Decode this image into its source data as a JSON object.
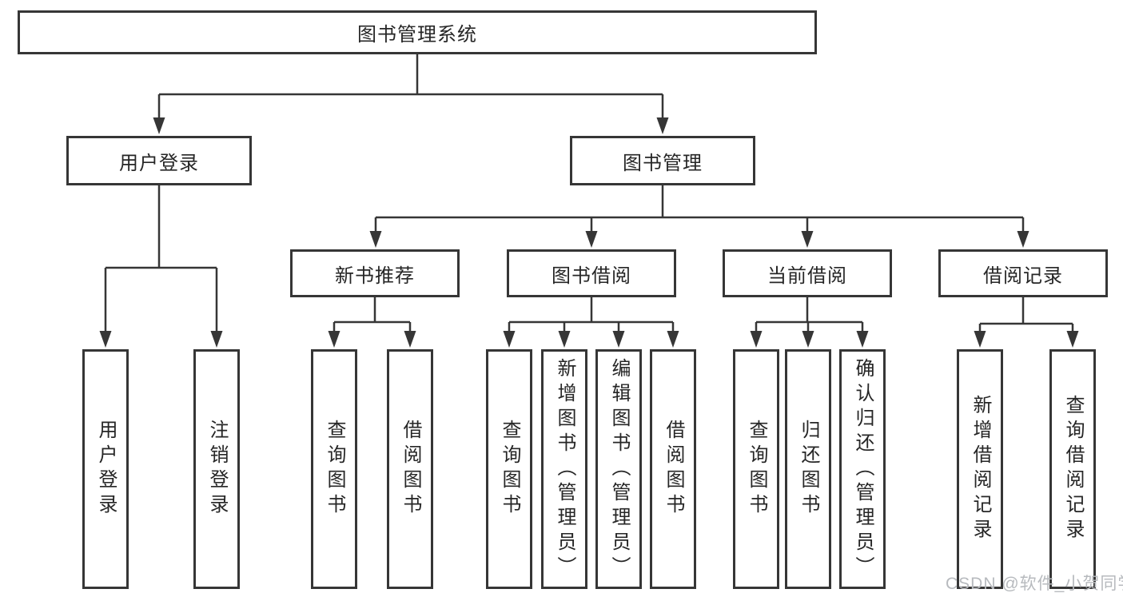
{
  "diagram": {
    "title": "图书管理系统",
    "branches": [
      {
        "label": "用户登录",
        "children": [
          {
            "label": "用户登录"
          },
          {
            "label": "注销登录"
          }
        ]
      },
      {
        "label": "图书管理",
        "sections": [
          {
            "label": "新书推荐",
            "children": [
              {
                "label": "查询图书"
              },
              {
                "label": "借阅图书"
              }
            ]
          },
          {
            "label": "图书借阅",
            "children": [
              {
                "label": "查询图书"
              },
              {
                "label": "新增图书（管理员）"
              },
              {
                "label": "编辑图书（管理员）"
              },
              {
                "label": "借阅图书"
              }
            ]
          },
          {
            "label": "当前借阅",
            "children": [
              {
                "label": "查询图书"
              },
              {
                "label": "归还图书"
              },
              {
                "label": "确认归还（管理员）"
              }
            ]
          },
          {
            "label": "借阅记录",
            "children": [
              {
                "label": "新增借阅记录"
              },
              {
                "label": "查询借阅记录"
              }
            ]
          }
        ]
      }
    ]
  },
  "watermark": "CSDN @软件_小贺同学",
  "colors": {
    "line": "#363636",
    "text": "#262626",
    "box_background": "#ffffff",
    "page_background": "#ffffff",
    "watermark": "#b7babe"
  }
}
